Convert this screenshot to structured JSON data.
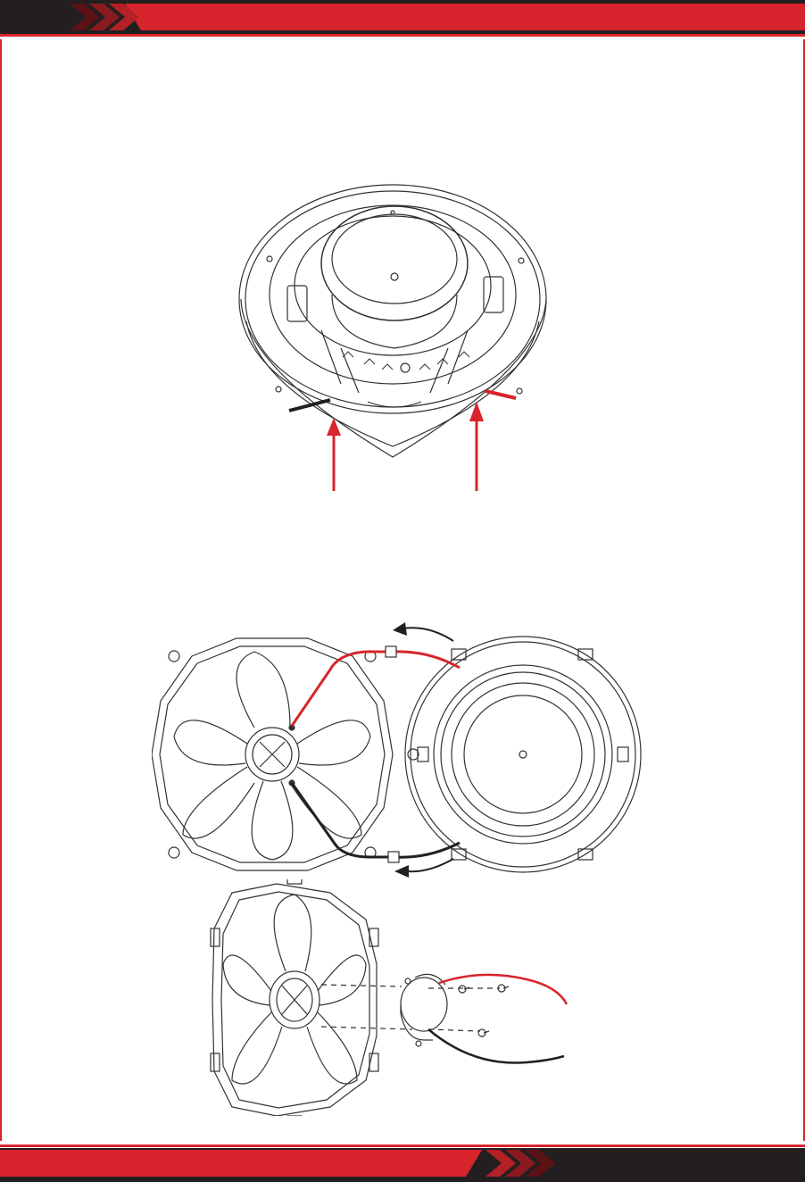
{
  "colors": {
    "accent": "#d8242c",
    "dark": "#231f20",
    "line": "#333333",
    "wire_red": "#d8242c",
    "wire_black": "#231f20"
  },
  "figures": {
    "top": {
      "content": "speaker-rear-view-with-terminal-arrows"
    },
    "middle": {
      "content": "grille-and-speaker-wire-routing"
    },
    "bottom": {
      "content": "grille-tweeter-mounting-exploded"
    }
  }
}
